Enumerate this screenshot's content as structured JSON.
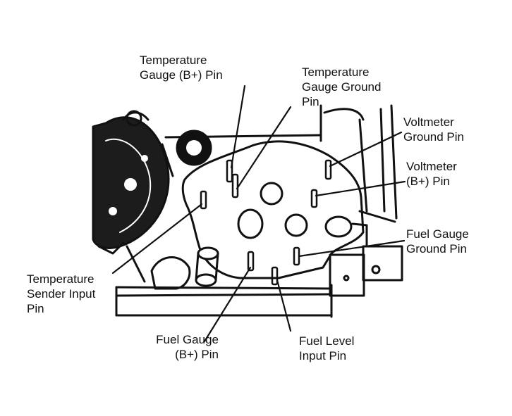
{
  "labels": {
    "temp_gauge_b_pin": [
      "Temperature",
      "Gauge (B+) Pin"
    ],
    "temp_gauge_ground_pin": [
      "Temperature",
      "Gauge Ground",
      "Pin"
    ],
    "voltmeter_ground_pin": [
      "Voltmeter",
      "Ground Pin"
    ],
    "voltmeter_b_pin": [
      "Voltmeter",
      "(B+) Pin"
    ],
    "fuel_gauge_ground_pin": [
      "Fuel Gauge",
      "Ground Pin"
    ],
    "temp_sender_input_pin": [
      "Temperature",
      "Sender Input",
      "Pin"
    ],
    "fuel_gauge_b_pin": [
      "Fuel Gauge",
      "(B+) Pin"
    ],
    "fuel_level_input_pin": [
      "Fuel Level",
      "Input Pin"
    ]
  },
  "colors": {
    "ink": "#111111",
    "paper": "#ffffff"
  }
}
